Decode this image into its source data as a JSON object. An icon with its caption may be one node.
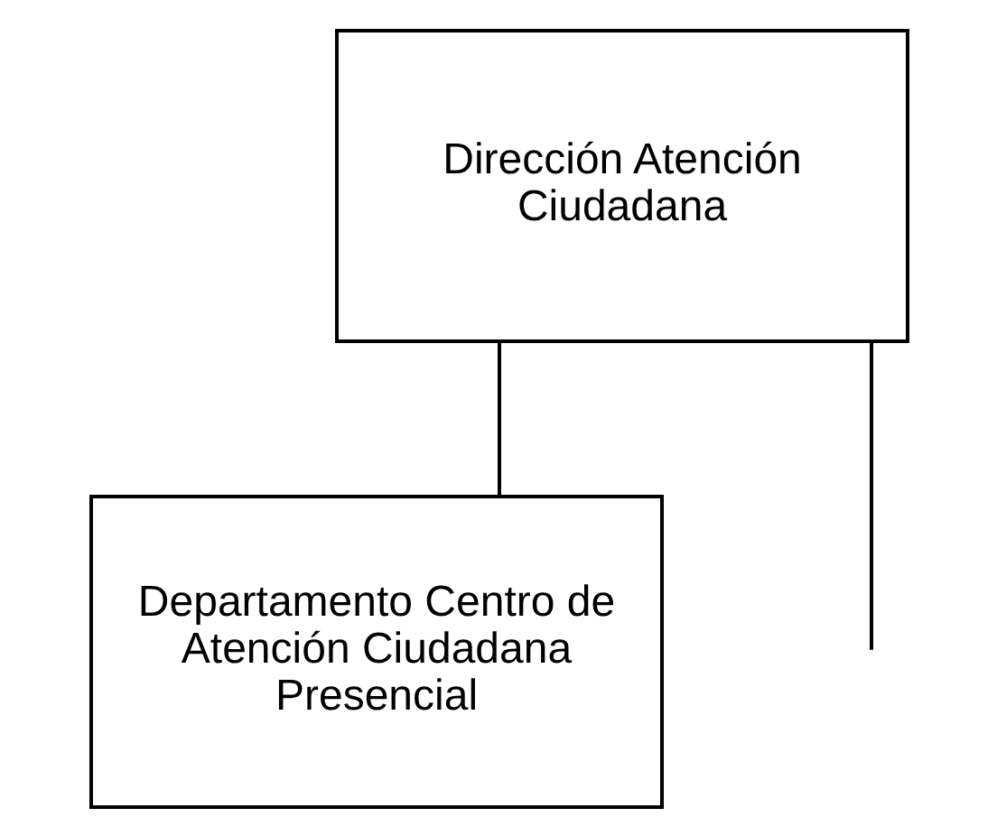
{
  "diagram": {
    "nodes": [
      {
        "text": [
          "Dirección Atención Ciudadana"
        ]
      },
      {
        "text": [
          "Departamento Centro de Atención Ciudadana Presencial"
        ]
      }
    ],
    "edges": [
      {
        "from": 0,
        "to": 1,
        "arrow": "none"
      },
      {
        "from": 0,
        "to": null,
        "arrow": "none"
      }
    ]
  }
}
